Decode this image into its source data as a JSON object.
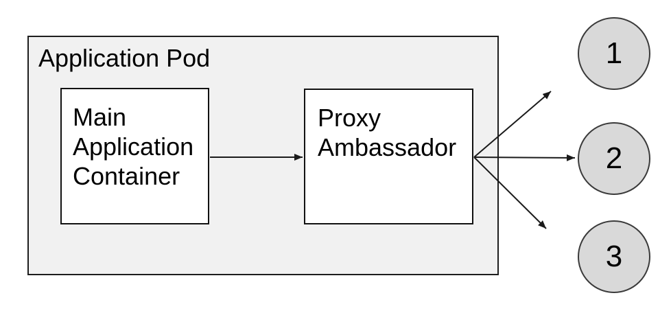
{
  "diagram": {
    "pod": {
      "label": "Application Pod"
    },
    "nodes": [
      {
        "id": "main-application-container",
        "label": "Main\nApplication\nContainer"
      },
      {
        "id": "proxy-ambassador",
        "label": "Proxy\nAmbassador"
      }
    ],
    "endpoints": [
      {
        "label": "1"
      },
      {
        "label": "2"
      },
      {
        "label": "3"
      }
    ],
    "connections": [
      {
        "from": "main-application-container",
        "to": "proxy-ambassador"
      },
      {
        "from": "proxy-ambassador",
        "to": "endpoint-1"
      },
      {
        "from": "proxy-ambassador",
        "to": "endpoint-2"
      },
      {
        "from": "proxy-ambassador",
        "to": "endpoint-3"
      }
    ],
    "colors": {
      "pod_fill": "#f1f1f1",
      "node_fill": "#ffffff",
      "endpoint_fill": "#d9d9d9",
      "line": "#1a1a1a",
      "text": "#000000",
      "background": "#ffffff"
    }
  }
}
